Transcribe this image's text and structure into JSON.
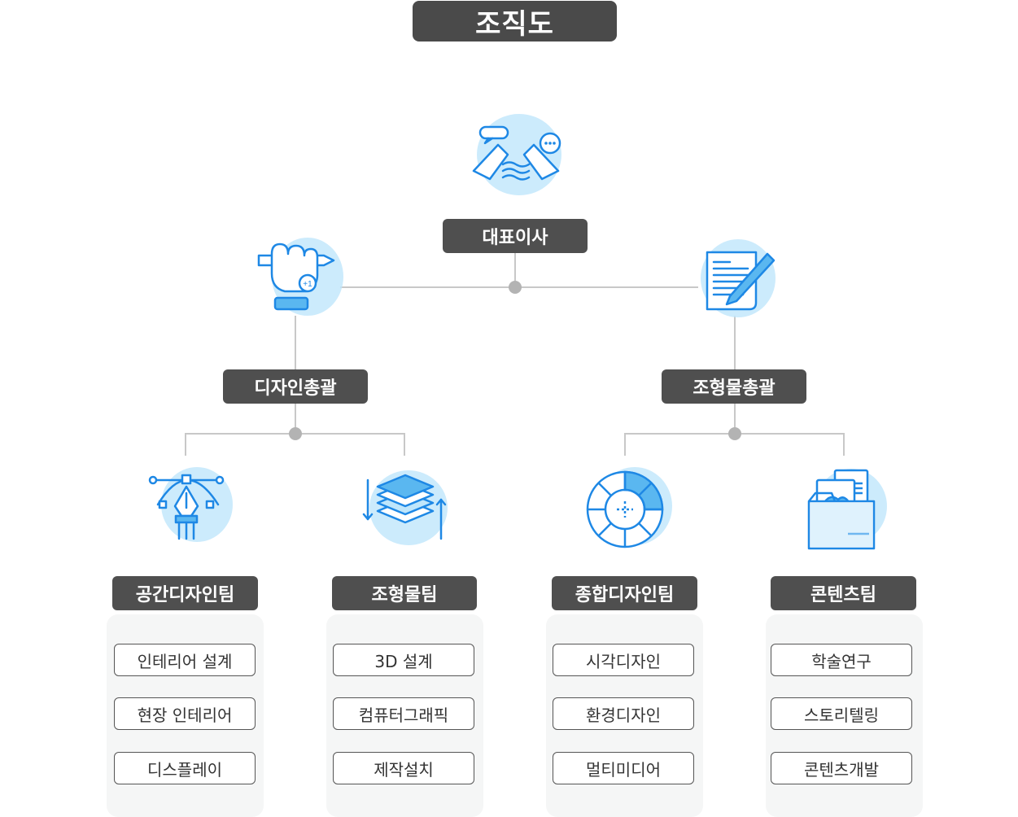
{
  "title": "조직도",
  "ceo": {
    "label": "대표이사"
  },
  "divisions": [
    {
      "label": "디자인총괄",
      "teams": [
        {
          "label": "공간디자인팀",
          "items": [
            "인테리어 설계",
            "현장 인테리어",
            "디스플레이"
          ]
        },
        {
          "label": "조형물팀",
          "items": [
            "3D 설계",
            "컴퓨터그래픽",
            "제작설치"
          ]
        }
      ]
    },
    {
      "label": "조형물총괄",
      "teams": [
        {
          "label": "종합디자인팀",
          "items": [
            "시각디자인",
            "환경디자인",
            "멀티미디어"
          ]
        },
        {
          "label": "콘텐츠팀",
          "items": [
            "학술연구",
            "스토리텔링",
            "콘텐츠개발"
          ]
        }
      ]
    }
  ],
  "colors": {
    "label_bg": "#4f4f4f",
    "line": "#c8c8c8",
    "icon_stroke": "#1e88e5",
    "icon_fill": "#bfe6fb",
    "panel_bg": "#f5f6f6"
  },
  "icons": [
    "handshake-chat-icon",
    "hand-pencil-icon",
    "document-pen-icon",
    "pen-tool-icon",
    "layers-icon",
    "color-wheel-icon",
    "content-folder-icon"
  ]
}
